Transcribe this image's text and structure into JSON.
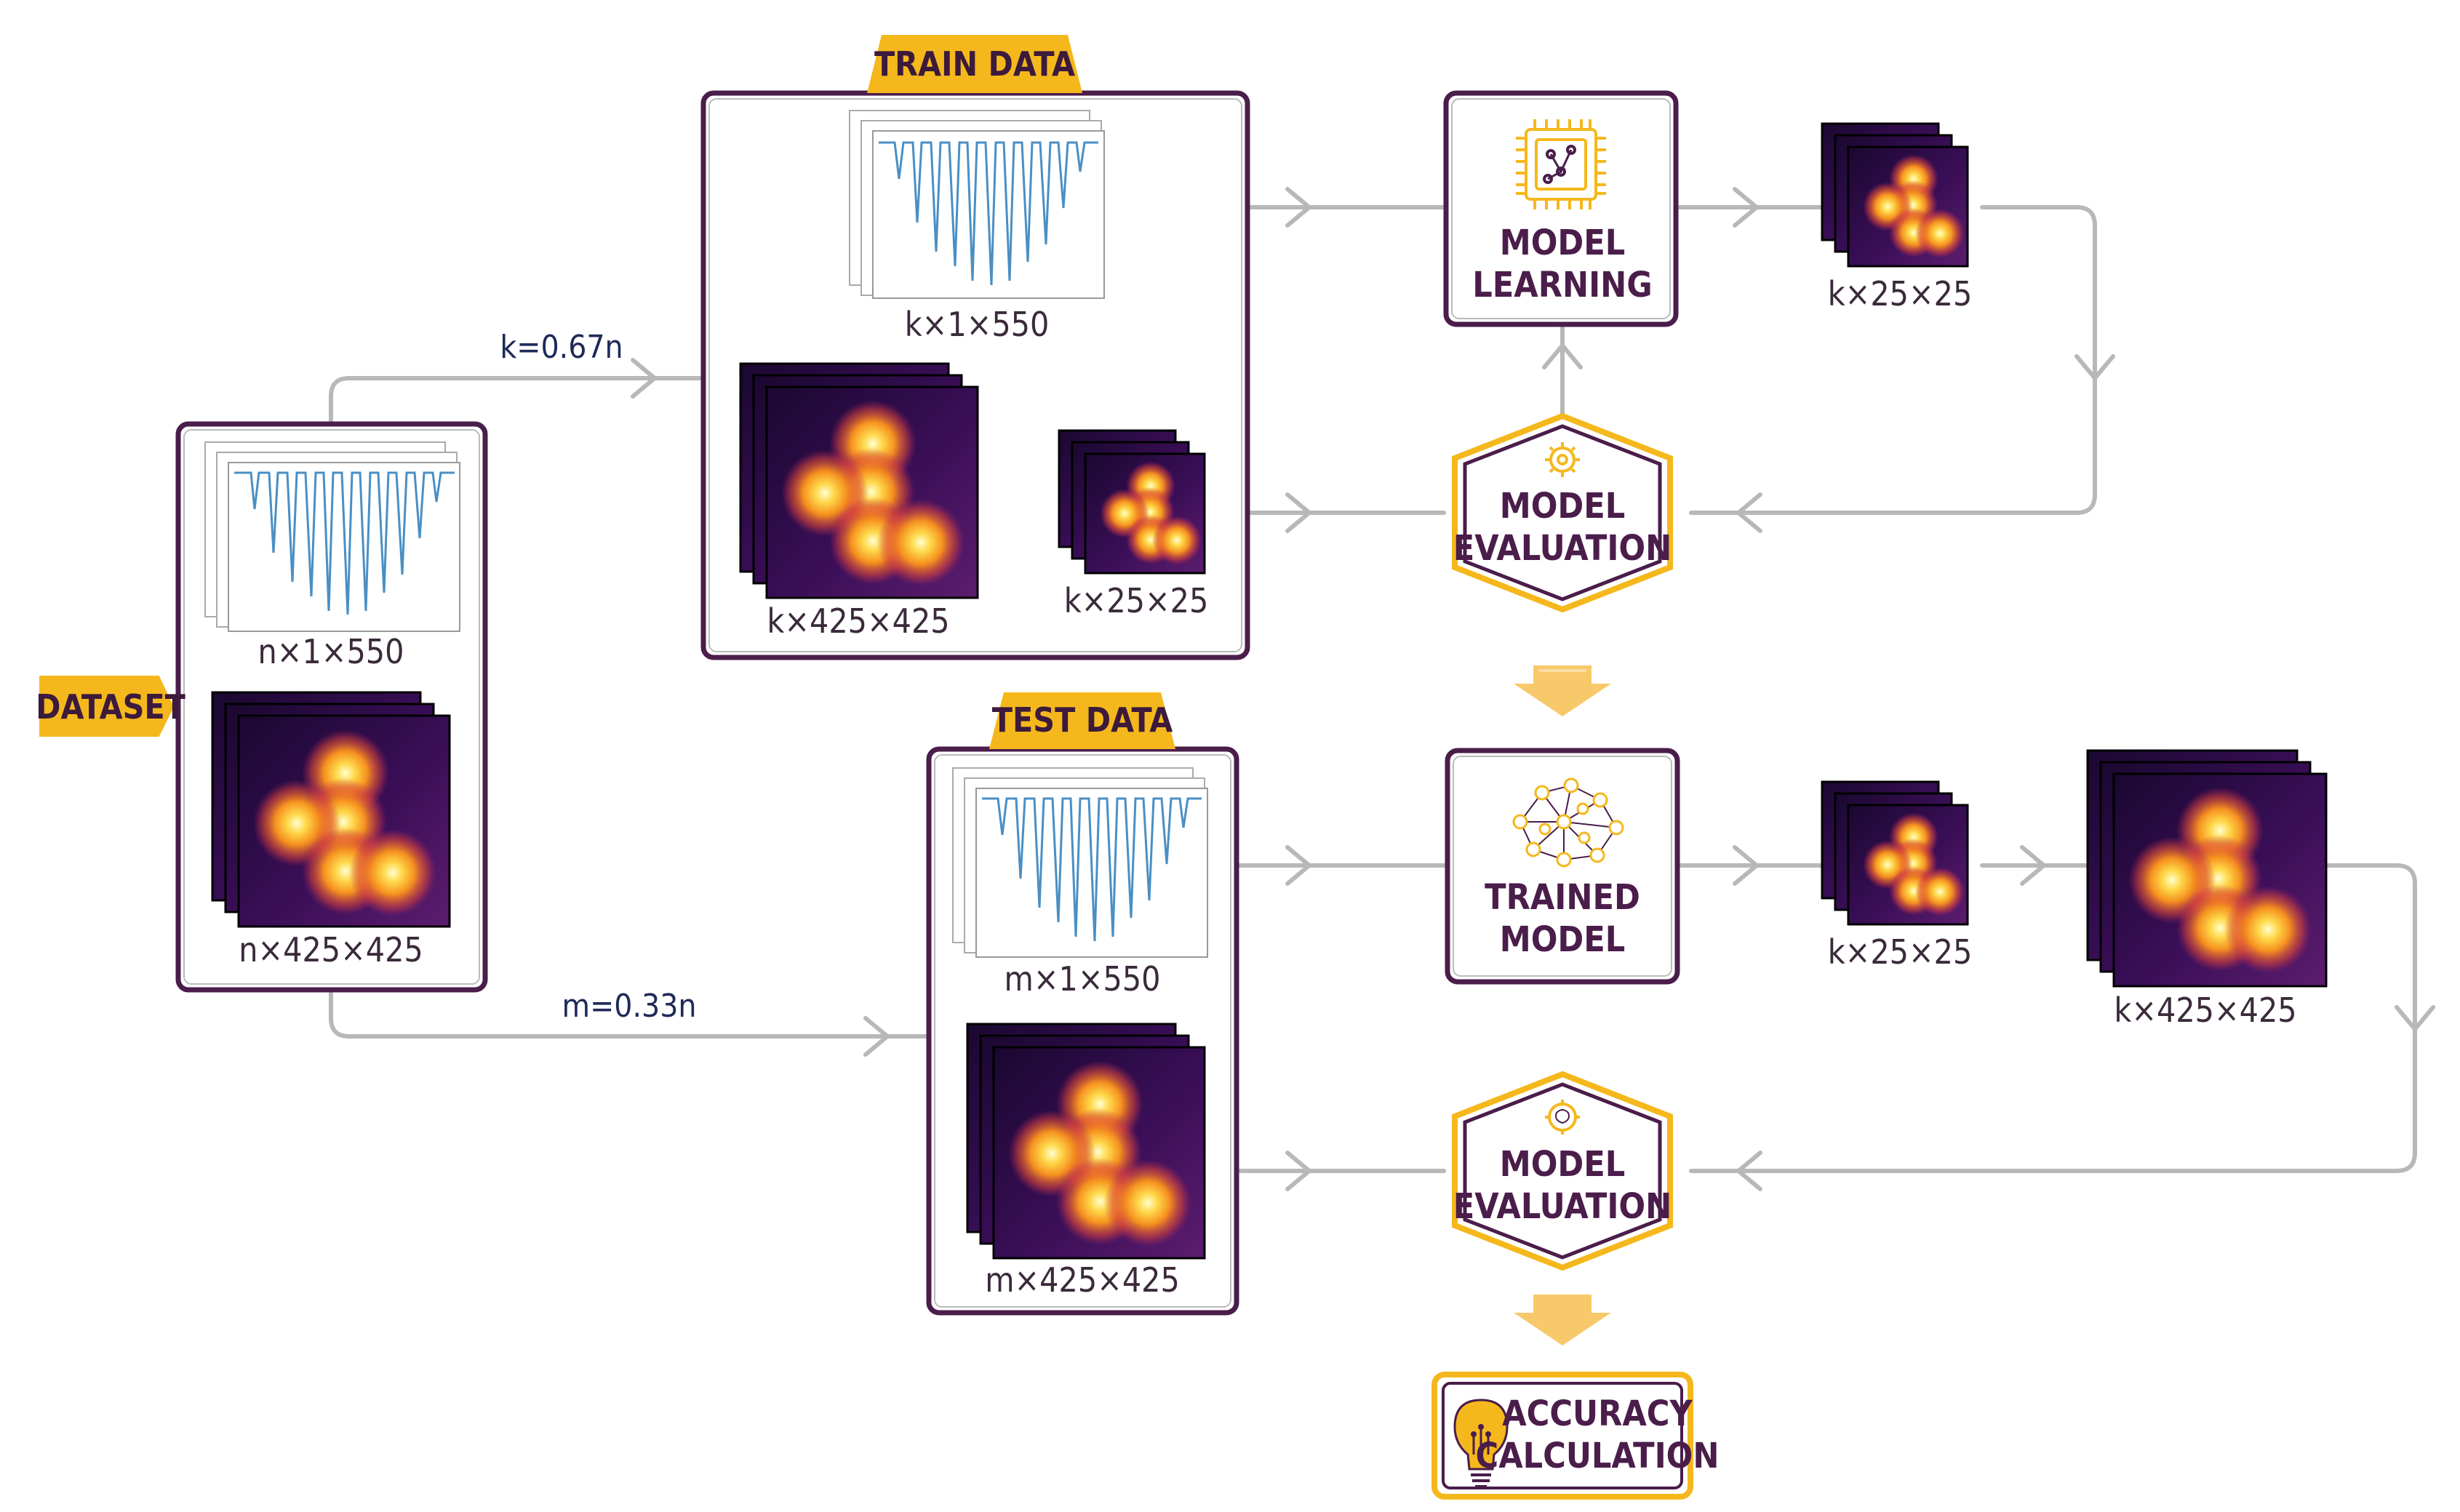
{
  "dataset": {
    "tag": "DATASET",
    "signal_label": "n×1×550",
    "image_label": "n×425×425"
  },
  "split": {
    "train_label": "k=0.67n",
    "test_label": "m=0.33n"
  },
  "train": {
    "tag": "TRAIN DATA",
    "signal_label": "k×1×550",
    "image_label": "k×425×425",
    "small_label": "k×25×25"
  },
  "test": {
    "tag": "TEST DATA",
    "signal_label": "m×1×550",
    "image_label": "m×425×425"
  },
  "model_learning": {
    "line1": "MODEL",
    "line2": "LEARNING"
  },
  "model_eval_1": {
    "line1": "MODEL",
    "line2": "EVALUATION"
  },
  "trained_model": {
    "line1": "TRAINED",
    "line2": "MODEL"
  },
  "model_eval_2": {
    "line1": "MODEL",
    "line2": "EVALUATION"
  },
  "accuracy": {
    "line1": "ACCURACY",
    "line2": "CALCULATION"
  },
  "outputs": {
    "learning_out": "k×25×25",
    "trained_out": "k×25×25",
    "upsampled_out": "k×425×425"
  },
  "colors": {
    "purple": "#4a1d4a",
    "gold": "#f5b81c",
    "arrow": "#b4b4b4",
    "signal": "#4a8fc4"
  }
}
